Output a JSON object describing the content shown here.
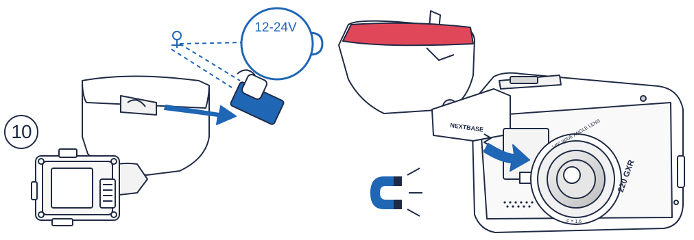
{
  "step": {
    "number": "10"
  },
  "power": {
    "voltage_label": "12-24V"
  },
  "camera": {
    "brand_text": "NEXTBASE",
    "lens_text": "140° WIDE ANGLE LENS",
    "aperture_text": "F = 1.6",
    "model_text": "220 GXR"
  },
  "colors": {
    "accent_blue": "#1f66b5",
    "adhesive_red": "#e0485a",
    "outline": "#1f2a44"
  }
}
